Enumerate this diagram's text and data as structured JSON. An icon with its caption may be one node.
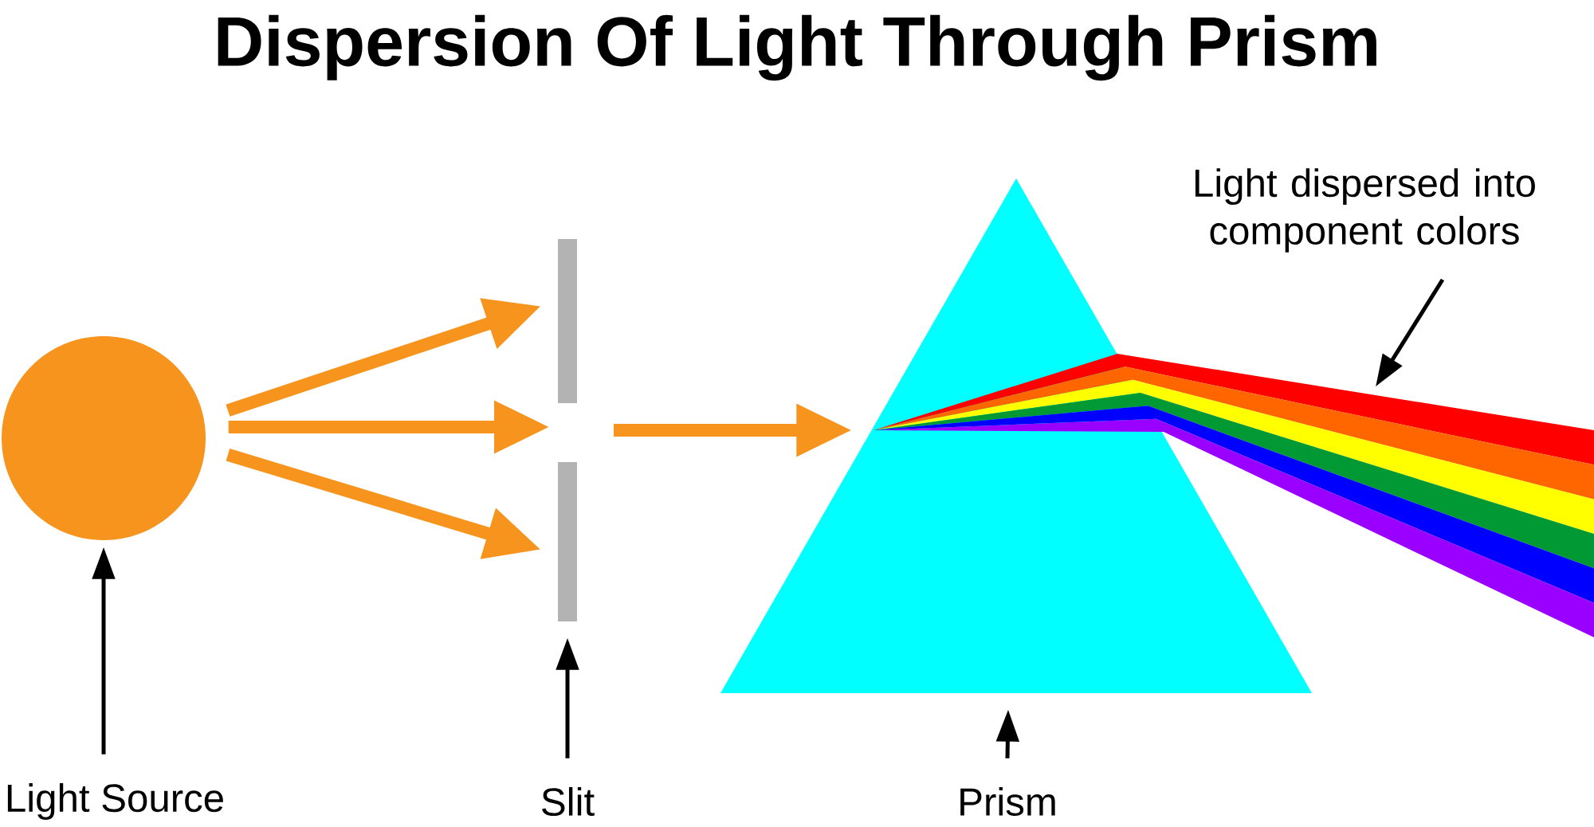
{
  "diagram": {
    "title": "Dispersion Of Light Through Prism",
    "nodes": [
      {
        "text": [
          "Light Source"
        ]
      },
      {
        "text": [],
        "shape": "circle"
      },
      {
        "text": [
          "Slit"
        ]
      },
      {
        "text": [],
        "shape": "bar"
      },
      {
        "text": [],
        "shape": "bar"
      },
      {
        "text": [
          "Prism"
        ]
      },
      {
        "text": [],
        "shape": "triangle"
      },
      {
        "text": [
          "Light dispersed into component colors"
        ]
      },
      {
        "text": [],
        "shape": "band"
      }
    ],
    "edges": [
      {
        "from": 1,
        "to": 3,
        "arrow": "to",
        "style": "thick",
        "color": "#f7941d"
      },
      {
        "from": 1,
        "to": null,
        "arrow": "to",
        "style": "thick",
        "color": "#f7941d"
      },
      {
        "from": 1,
        "to": 4,
        "arrow": "to",
        "style": "thick",
        "color": "#f7941d"
      },
      {
        "from": null,
        "to": 6,
        "arrow": "to",
        "style": "thick",
        "color": "#f7941d"
      },
      {
        "from": 0,
        "to": 1,
        "arrow": "to",
        "color": "#000000"
      },
      {
        "from": 2,
        "to": 4,
        "arrow": "to",
        "color": "#000000"
      },
      {
        "from": 5,
        "to": 6,
        "arrow": "to",
        "color": "#000000"
      },
      {
        "from": 7,
        "to": 8,
        "arrow": "to",
        "color": "#000000"
      }
    ]
  }
}
